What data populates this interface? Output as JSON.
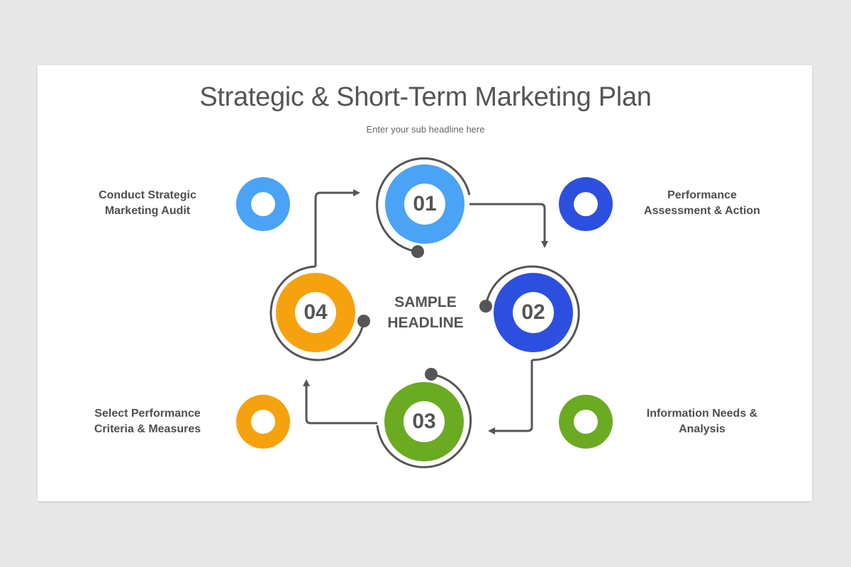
{
  "title": "Strategic & Short-Term Marketing Plan",
  "subtitle": "Enter your sub headline here",
  "center": {
    "line1": "SAMPLE",
    "line2": "HEADLINE"
  },
  "colors": {
    "step1": "#4aa3f5",
    "step2": "#2d4fe0",
    "step3": "#6aab22",
    "step4": "#f5a20e",
    "connector": "#555555"
  },
  "steps": [
    {
      "number": "01"
    },
    {
      "number": "02"
    },
    {
      "number": "03"
    },
    {
      "number": "04"
    }
  ],
  "labels": {
    "top_left": {
      "line1": "Conduct Strategic",
      "line2": "Marketing Audit"
    },
    "top_right": {
      "line1": "Performance",
      "line2": "Assessment & Action"
    },
    "bottom_left": {
      "line1": "Select Performance",
      "line2": "Criteria & Measures"
    },
    "bottom_right": {
      "line1": "Information Needs &",
      "line2": "Analysis"
    }
  }
}
